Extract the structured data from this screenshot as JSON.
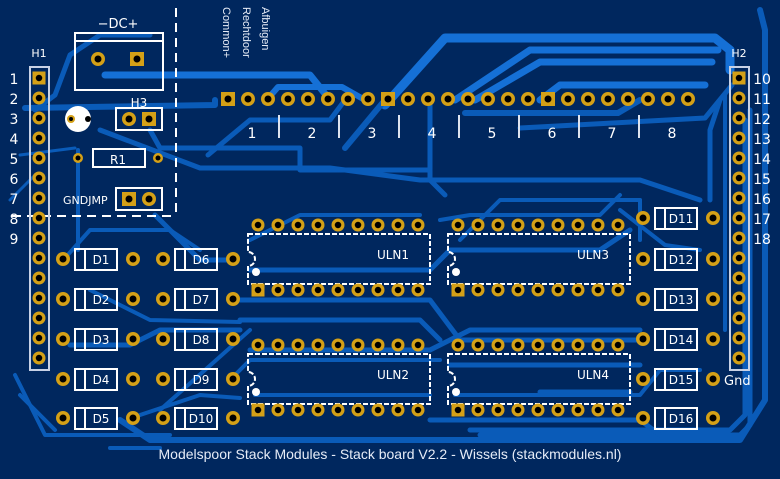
{
  "board": {
    "title_text": "Modelspoor Stack Modules - Stack board V2.2 - Wissels (stackmodules.nl)",
    "colors": {
      "substrate": "#00275e",
      "copper_trace": "#0a5bb8",
      "copper_trace_light": "#1570d6",
      "pad": "#d4a017",
      "silkscreen": "#ffffff"
    }
  },
  "power": {
    "connector_label": "−DC+",
    "header_h3_label": "H3",
    "resistor_label": "R1",
    "jumper_label": "GNDJMP"
  },
  "top_connector": {
    "rotated_labels": [
      "Common+",
      "Rechtdoor",
      "Afbuigen"
    ],
    "group_numbers": [
      "1",
      "2",
      "3",
      "4",
      "5",
      "6",
      "7",
      "8"
    ]
  },
  "header_h1": {
    "label": "H1",
    "pin_numbers": [
      "1",
      "2",
      "3",
      "4",
      "5",
      "6",
      "7",
      "8",
      "9"
    ]
  },
  "header_h2": {
    "label": "H2",
    "pin_numbers": [
      "10",
      "11",
      "12",
      "13",
      "14",
      "15",
      "16",
      "17",
      "18"
    ],
    "gnd_label": "Gnd"
  },
  "ics": [
    {
      "label": "ULN1"
    },
    {
      "label": "ULN2"
    },
    {
      "label": "ULN3"
    },
    {
      "label": "ULN4"
    }
  ],
  "diodes": {
    "col1": [
      "D1",
      "D2",
      "D3",
      "D4",
      "D5"
    ],
    "col2": [
      "D6",
      "D7",
      "D8",
      "D9",
      "D10"
    ],
    "col3": [
      "D11",
      "D12",
      "D13",
      "D14",
      "D15",
      "D16"
    ]
  }
}
